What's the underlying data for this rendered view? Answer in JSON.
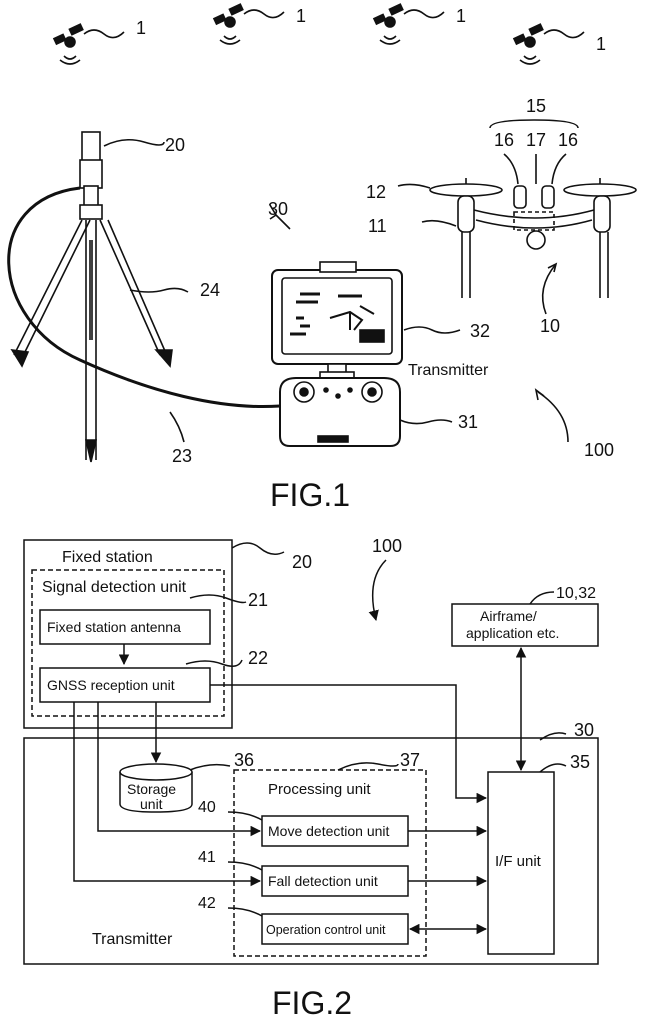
{
  "fig1": {
    "caption": "FIG.1",
    "satellite_ref": "1",
    "ref_fixed_station": "20",
    "ref_tripod": "24",
    "ref_cable": "23",
    "ref_transmitter_system": "30",
    "ref_display": "32",
    "ref_controller": "31",
    "transmitter_label": "Transmitter",
    "ref_drone_group": "15",
    "ref_drone_left_sensor": "16",
    "ref_drone_center_sensor": "17",
    "ref_drone_right_sensor": "16",
    "ref_propeller": "12",
    "ref_arm": "11",
    "ref_drone": "10",
    "ref_system": "100"
  },
  "fig2": {
    "caption": "FIG.2",
    "ref_system": "100",
    "fixed_station": {
      "title": "Fixed station",
      "ref": "20"
    },
    "signal_detection_unit": {
      "title": "Signal detection unit",
      "ref": "21"
    },
    "fixed_station_antenna": {
      "label": "Fixed station antenna"
    },
    "gnss_reception_unit": {
      "label": "GNSS reception unit",
      "ref": "22"
    },
    "airframe": {
      "line1": "Airframe/",
      "line2": "application etc.",
      "ref": "10,32"
    },
    "transmitter": {
      "label": "Transmitter",
      "ref": "30"
    },
    "storage_unit": {
      "line1": "Storage",
      "line2": "unit",
      "ref": "36"
    },
    "processing_unit": {
      "title": "Processing unit",
      "ref": "37"
    },
    "move_detection_unit": {
      "label": "Move detection unit",
      "ref": "40"
    },
    "fall_detection_unit": {
      "label": "Fall detection unit",
      "ref": "41"
    },
    "operation_control_unit": {
      "label": "Operation control unit",
      "ref": "42"
    },
    "if_unit": {
      "label": "I/F unit",
      "ref": "35"
    }
  }
}
